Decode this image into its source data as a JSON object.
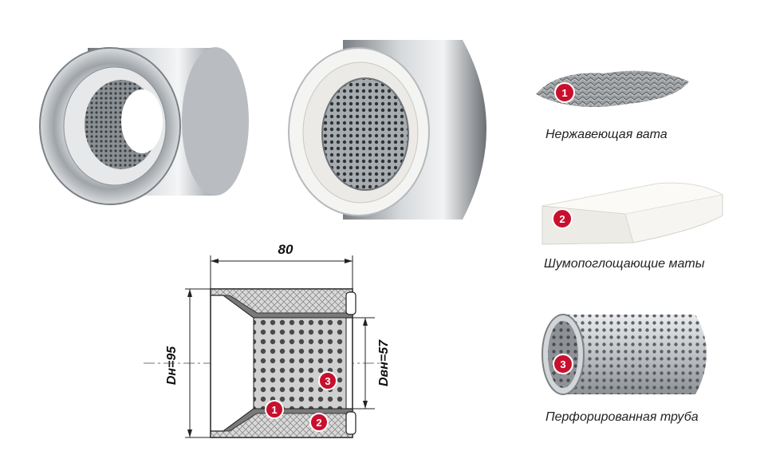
{
  "diagram": {
    "width_label": "80",
    "outer_diameter_label": "Dн=95",
    "inner_diameter_label": "Dвн=57",
    "markers": [
      "1",
      "2",
      "3"
    ]
  },
  "legend": [
    {
      "number": "1",
      "caption": "Нержавеющая вата"
    },
    {
      "number": "2",
      "caption": "Шумопоглощающие маты"
    },
    {
      "number": "3",
      "caption": "Перфорированная труба"
    }
  ],
  "colors": {
    "marker_red": "#c8102e",
    "steel": "#b8bcc0",
    "dark_steel": "#5a5e62"
  }
}
